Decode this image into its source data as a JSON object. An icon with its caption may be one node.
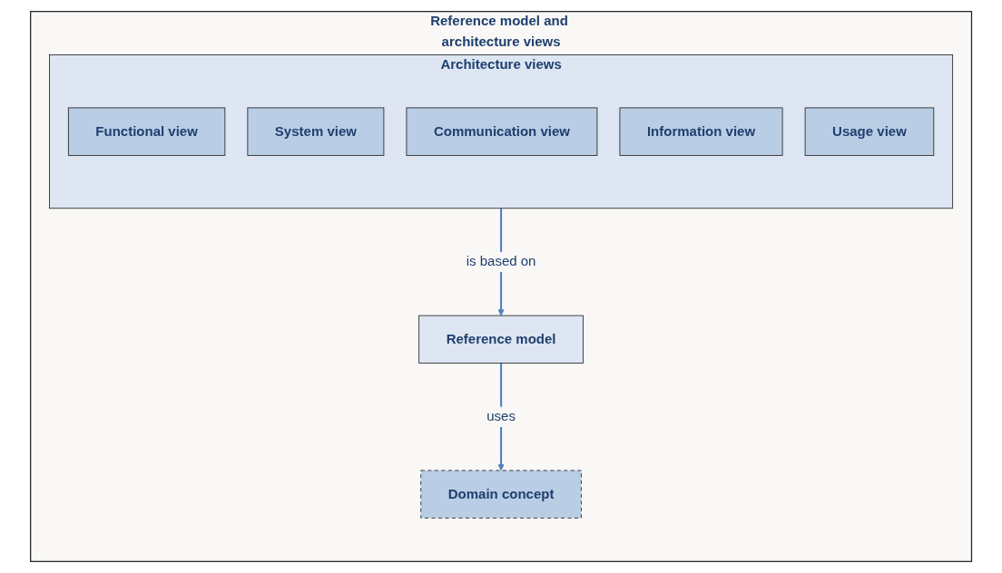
{
  "diagram": {
    "nodes": [
      {
        "text": [
          "Reference model and architecture views"
        ]
      },
      {
        "text": [
          "Reference model"
        ],
        "in": 0
      },
      {
        "text": [
          "Domain concept"
        ],
        "in": 0
      },
      {
        "text": [
          "Architecture views"
        ],
        "in": 0
      },
      {
        "text": [
          "Functional view"
        ],
        "in": 3
      },
      {
        "text": [
          "System view"
        ],
        "in": 3
      },
      {
        "text": [
          "Communication view"
        ],
        "in": 3
      },
      {
        "text": [
          "Information view"
        ],
        "in": 3
      },
      {
        "text": [
          "Usage view"
        ],
        "in": 3
      }
    ],
    "edges": [
      {
        "from": 3,
        "to": 1,
        "arrow": "to",
        "label": "is based on"
      },
      {
        "from": 1,
        "to": 2,
        "arrow": "to",
        "label": "uses"
      }
    ]
  }
}
